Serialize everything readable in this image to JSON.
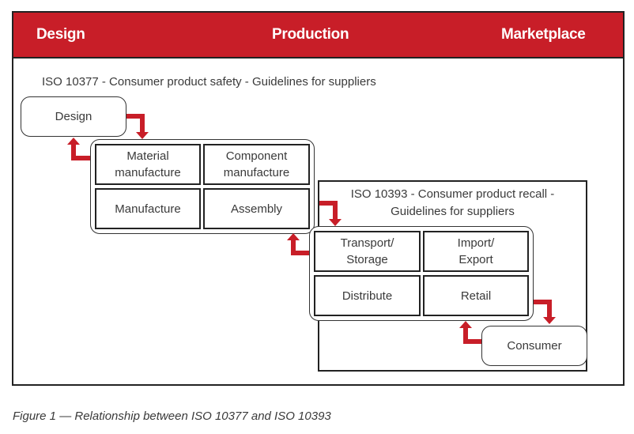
{
  "header": {
    "background": "#c81e28",
    "phases": [
      "Design",
      "Production",
      "Marketplace"
    ]
  },
  "iso10377": {
    "title": "ISO 10377 - Consumer product safety - Guidelines for suppliers"
  },
  "iso10393": {
    "title_line1": "ISO 10393 - Consumer product recall -",
    "title_line2": "Guidelines for suppliers"
  },
  "nodes": {
    "design": "Design",
    "production_cells": [
      {
        "line1": "Material",
        "line2": "manufacture"
      },
      {
        "line1": "Component",
        "line2": "manufacture"
      },
      {
        "line1": "Manufacture",
        "line2": ""
      },
      {
        "line1": "Assembly",
        "line2": ""
      }
    ],
    "market_cells": [
      {
        "line1": "Transport/",
        "line2": "Storage"
      },
      {
        "line1": "Import/",
        "line2": "Export"
      },
      {
        "line1": "Distribute",
        "line2": ""
      },
      {
        "line1": "Retail",
        "line2": ""
      }
    ],
    "consumer": "Consumer"
  },
  "arrows": {
    "color": "#c81e28",
    "flow": [
      {
        "from": "Design",
        "to": "Production group"
      },
      {
        "from": "Production group",
        "to": "Design"
      },
      {
        "from": "Production group",
        "to": "Marketplace group"
      },
      {
        "from": "Marketplace group",
        "to": "Production group"
      },
      {
        "from": "Marketplace group",
        "to": "Consumer"
      },
      {
        "from": "Consumer",
        "to": "Marketplace group"
      }
    ]
  },
  "caption": "Figure 1 — Relationship between ISO 10377 and ISO 10393"
}
